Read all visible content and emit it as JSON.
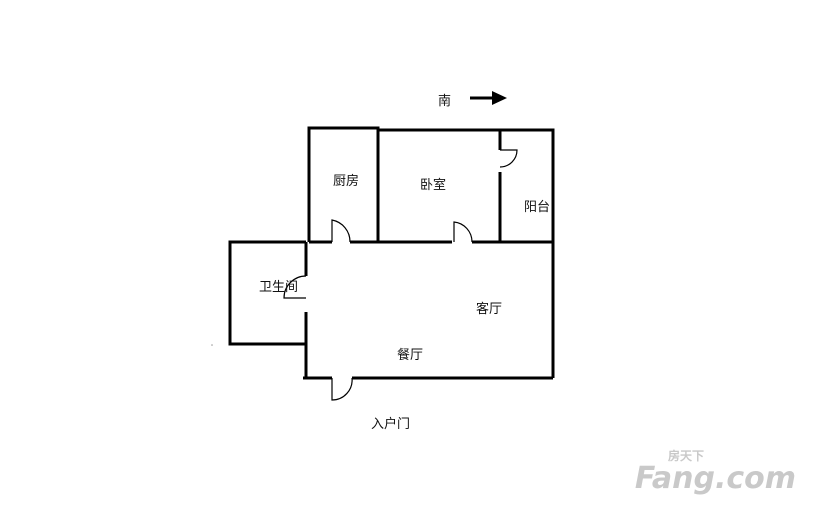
{
  "compass": {
    "label": "南"
  },
  "rooms": {
    "kitchen": "厨房",
    "bedroom": "卧室",
    "balcony": "阳台",
    "bathroom": "卫生间",
    "living": "客厅",
    "dining": "餐厅",
    "entrance": "入户门"
  },
  "watermark": {
    "brand": "Fang.com",
    "cn": "房天下"
  },
  "colors": {
    "wall": "#000000",
    "watermark": "#c9c9c9"
  }
}
